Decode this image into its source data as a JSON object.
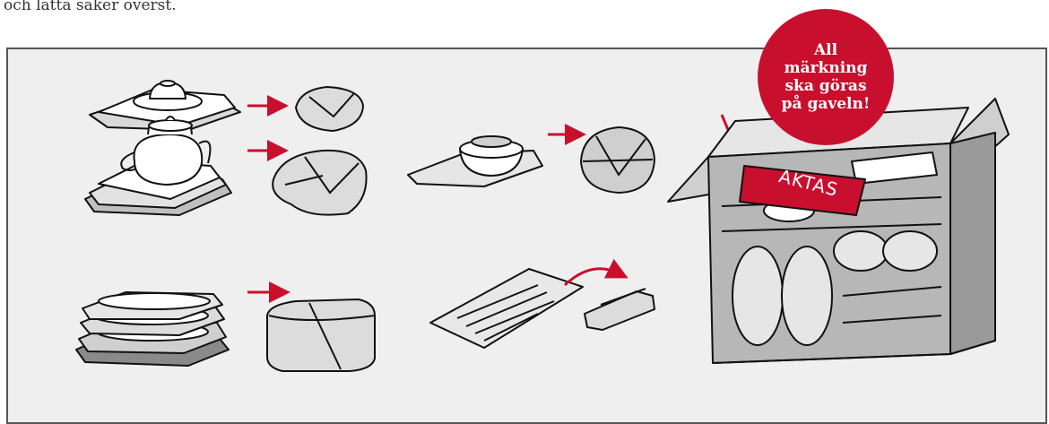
{
  "intro_text": "och lätta saker överst.",
  "badge": {
    "text": "All märkning ska göras på gaveln!"
  },
  "box_label": "AKTAS",
  "colors": {
    "accent": "#c8102e",
    "panel": "#efefef",
    "paper": "#d9d9d9",
    "ink": "#111111"
  },
  "illustrations": [
    "saucer-wrapping",
    "teapot-wrapping",
    "plate-stack-wrapping",
    "bowl-wrapping",
    "cutlery-wrapping",
    "packed-moving-box"
  ]
}
